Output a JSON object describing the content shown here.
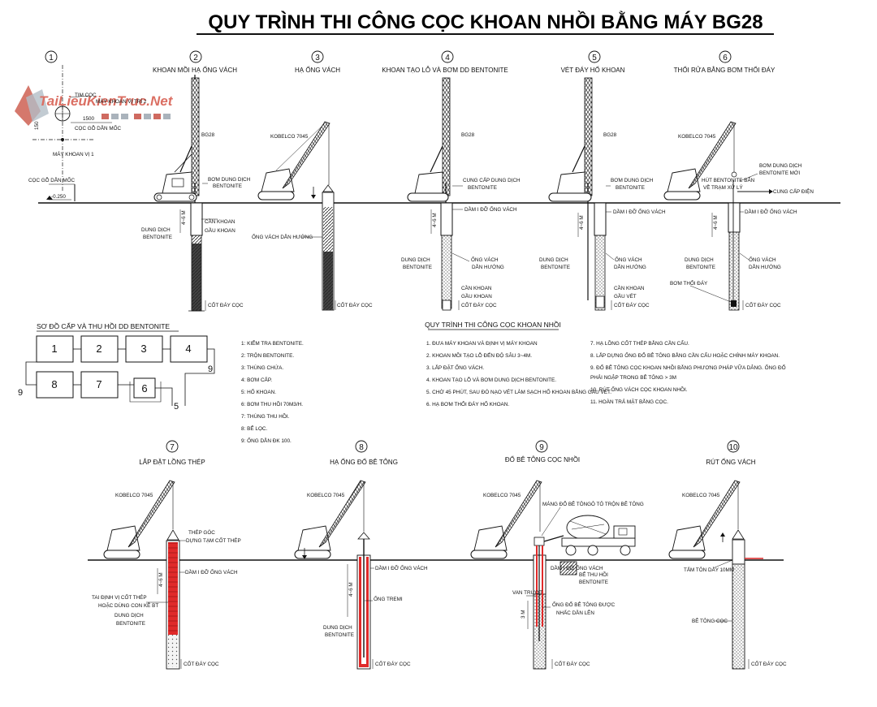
{
  "title": "QUY TRÌNH THI CÔNG CỌC KHOAN NHỒI BẰNG MÁY BG28",
  "watermark": {
    "text": "TaiLieuKienTruc.Net",
    "color": "#c0392b"
  },
  "colors": {
    "line": "#111111",
    "rebar": "#d92020",
    "accent": "#d92020"
  },
  "ground_level": "-0.250",
  "stages": [
    {
      "num": "1",
      "title": ""
    },
    {
      "num": "2",
      "title": "KHOAN MỒI HẠ ỐNG VÁCH"
    },
    {
      "num": "3",
      "title": "HẠ ỐNG VÁCH"
    },
    {
      "num": "4",
      "title": "KHOAN TẠO LỖ VÀ BƠM DD BENTONITE"
    },
    {
      "num": "5",
      "title": "VÉT ĐÁY HỐ KHOAN"
    },
    {
      "num": "6",
      "title": "THỔI RỬA BẰNG BƠM THỔI ĐÁY"
    },
    {
      "num": "7",
      "title": "LẮP ĐẶT LỒNG THÉP"
    },
    {
      "num": "8",
      "title": "HẠ ỐNG ĐỔ BÊ TÔNG"
    },
    {
      "num": "9",
      "title": "ĐỔ BÊ TÔNG CỌC NHỒI"
    },
    {
      "num": "10",
      "title": "RÚT ỐNG VÁCH"
    }
  ],
  "stage1_labels": {
    "tim_coc": "TIM CỌC",
    "may_khoan_vi_tri_2": "MÁY KHOAN VỊ TRÍ 2",
    "dim_1500": "1500",
    "dim_150": "150",
    "coc_go_dan_moc": "CỌC GỖ DẪN MỐC",
    "may_khoan_vi_1": "MÁY KHOAN VỊ 1",
    "coc_go_dan_moc_2": "CỌC GỖ DẪN MỐC"
  },
  "labels": {
    "bg28": "BG28",
    "kobelco": "KOBELCO 7045",
    "bom_dung_dich": "BƠM DUNG DỊCH",
    "bentonite": "BENTONITE",
    "dung_dich": "DUNG DỊCH",
    "can_khoan": "CẦN KHOAN",
    "gau_khoan": "GẦU KHOAN",
    "depth_4_6": "4~6 M",
    "cot_day_coc": "CỐT ĐÁY CỌC",
    "ong_vach_dan_huong": "ỐNG VÁCH DẪN HƯỚNG",
    "cung_cap_dung_dich": "CUNG CẤP DUNG DỊCH",
    "dam_i_do_ong_vach": "DẦM I ĐỠ ỐNG VÁCH",
    "ong_vach": "ỐNG VÁCH",
    "dan_huong": "DẪN HƯỚNG",
    "gau_vet": "GẦU VÉT",
    "hut_bentonite_ban": "HÚT BENTONITE BẨN",
    "ve_tram_xu_ly": "VỀ TRẠM XỬ LÝ",
    "bom_dung_dich_moi": "BƠM DUNG DỊCH",
    "bentonite_moi": "BENTONITE MỚI",
    "cung_cap_dien": "CUNG CẤP ĐIỆN",
    "bom_thoi_day": "BƠM THỔI ĐÁY",
    "thep_goc": "THÉP GÓC",
    "dung_tam_cot_thep": "DỰNG TẠM CỐT THÉP",
    "tai_dinh_vi": "TAI ĐỊNH VỊ CỐT THÉP",
    "hoac_dung_con_ke": "HOẶC DÙNG CON KÊ BT",
    "ong_tremi": "ỐNG TREMI",
    "mang_do_be_tong": "MÁNG ĐỔ BÊ TÔNG",
    "o_to_tron": "Ô TÔ TRỘN BÊ TÔNG",
    "be_thu_hoi": "BỂ THU HỒI",
    "van_truot": "VAN TRƯỢT",
    "ong_do_be_tong_duoc": "ỐNG ĐỔ BÊ TÔNG ĐƯỢC",
    "nhac_dan_len": "NHẤC DẦN LÊN",
    "depth_3m": "3 M",
    "tam_ton_day": "TẤM TÔN DÀY 10MM",
    "be_tong_coc": "BÊ TÔNG CỌC"
  },
  "bentonite_diagram": {
    "title": "SƠ ĐỒ CẤP VÀ THU HỒI DD BENTONITE",
    "boxes": [
      "1",
      "2",
      "3",
      "4",
      "8",
      "7",
      "6"
    ],
    "side_labels": [
      "9",
      "9",
      "5"
    ],
    "legend": [
      "1: KIỂM TRA BENTONITE.",
      "2: TRỘN BENTONITE.",
      "3: THÙNG CHỨA.",
      "4: BƠM CẤP.",
      "5: HỐ KHOAN.",
      "6: BƠM THU HỒI 70M3/H.",
      "7: THÙNG THU HỒI.",
      "8: BỂ LỌC.",
      "9: ỐNG DẪN ĐK 100."
    ]
  },
  "procedure": {
    "title": "QUY TRÌNH THI CÔNG CỌC KHOAN NHỒI",
    "steps_left": [
      "1. ĐƯA MÁY KHOAN VÀ ĐỊNH VỊ MÁY KHOAN",
      "2. KHOAN MỒI TẠO LỖ ĐẾN ĐỘ SÂU 3~4M.",
      "3. LẮP ĐẶT ỐNG VÁCH.",
      "4. KHOAN TẠO LỖ VÀ BƠM DUNG DỊCH BENTONITE.",
      "5. CHỜ 45 PHÚT, SAU ĐÓ NẠO VÉT LÀM SẠCH HỐ KHOAN BẰNG GẦU VÉT.",
      "6. HẠ BƠM THỔI ĐÁY HỐ KHOAN."
    ],
    "steps_right": [
      "7. HẠ LỒNG CỐT THÉP BẰNG CẦN CẨU.",
      "8. LẮP DỰNG ỐNG ĐỔ BÊ TÔNG BẰNG CẦN CẨU HOẶC CHÍNH MÁY KHOAN.",
      "9. ĐỔ BÊ TÔNG CỌC KHOAN NHỒI BẰNG PHƯƠNG PHÁP VỮA DÂNG. ỐNG ĐỔ",
      "PHẢI NGẬP TRONG BÊ TÔNG > 3M",
      "10. RÚT ỐNG VÁCH CỌC KHOAN NHỒI.",
      "11. HOÀN TRẢ MẶT BẰNG CỌC."
    ]
  }
}
